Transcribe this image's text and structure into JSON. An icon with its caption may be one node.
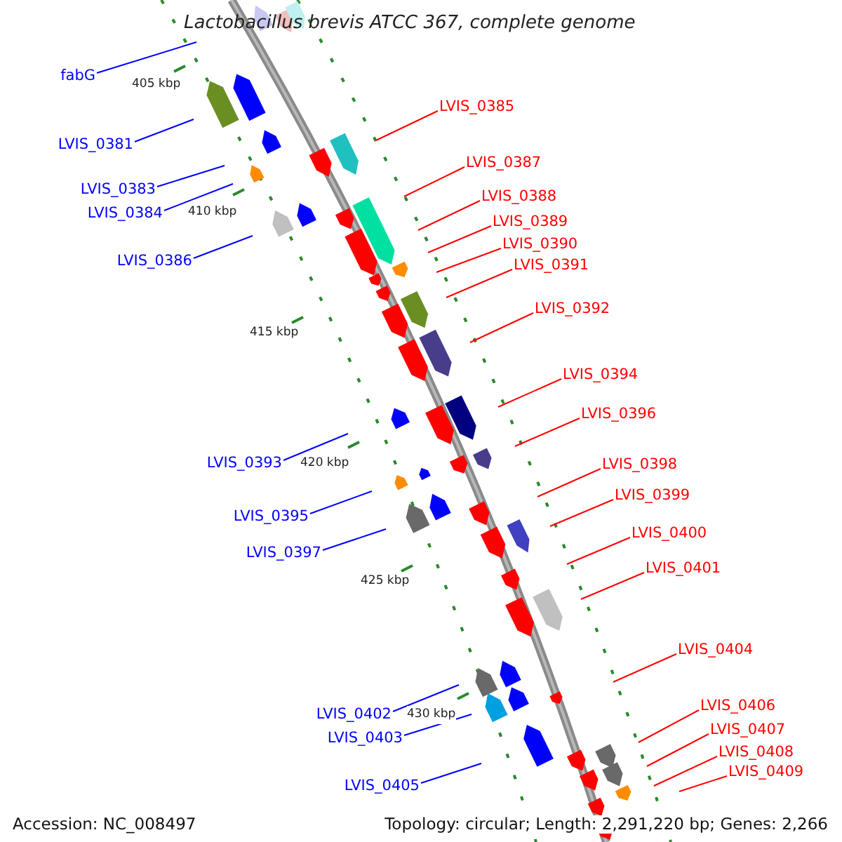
{
  "diagram": {
    "title": "Lactobacillus brevis ATCC 367, complete genome",
    "nodes": [
      {
        "text": [
          "fabG"
        ]
      },
      {
        "text": [
          "LVIS_0385"
        ]
      },
      {
        "text": [
          "LVIS_0381"
        ]
      },
      {
        "text": [
          "LVIS_0387"
        ]
      },
      {
        "text": [
          "LVIS_0383"
        ]
      },
      {
        "text": [
          "LVIS_0388"
        ]
      },
      {
        "text": [
          "LVIS_0384"
        ]
      },
      {
        "text": [
          "LVIS_0389"
        ]
      },
      {
        "text": [
          "LVIS_0390"
        ]
      },
      {
        "text": [
          "LVIS_0386"
        ]
      },
      {
        "text": [
          "LVIS_0391"
        ]
      },
      {
        "text": [
          "LVIS_0392"
        ]
      },
      {
        "text": [
          "LVIS_0394"
        ]
      },
      {
        "text": [
          "LVIS_0396"
        ]
      },
      {
        "text": [
          "LVIS_0393"
        ]
      },
      {
        "text": [
          "LVIS_0398"
        ]
      },
      {
        "text": [
          "LVIS_0399"
        ]
      },
      {
        "text": [
          "LVIS_0395"
        ]
      },
      {
        "text": [
          "LVIS_0400"
        ]
      },
      {
        "text": [
          "LVIS_0397"
        ]
      },
      {
        "text": [
          "LVIS_0401"
        ]
      },
      {
        "text": [
          "LVIS_0404"
        ]
      },
      {
        "text": [
          "LVIS_0406"
        ]
      },
      {
        "text": [
          "LVIS_0402"
        ]
      },
      {
        "text": [
          "LVIS_0407"
        ]
      },
      {
        "text": [
          "LVIS_0403"
        ]
      },
      {
        "text": [
          "LVIS_0408"
        ]
      },
      {
        "text": [
          "LVIS_0409"
        ]
      },
      {
        "text": [
          "LVIS_0405"
        ]
      }
    ],
    "edges": [
      {
        "from": 0,
        "to": null,
        "arrow": "none",
        "color": "#0000ff"
      },
      {
        "from": 1,
        "to": null,
        "arrow": "none"
      },
      {
        "from": 2,
        "to": null,
        "arrow": "none",
        "color": "#0000ff"
      },
      {
        "from": 3,
        "to": null,
        "arrow": "none"
      },
      {
        "from": 4,
        "to": null,
        "arrow": "none",
        "color": "#0000ff"
      },
      {
        "from": 5,
        "to": null,
        "arrow": "none"
      },
      {
        "from": 6,
        "to": null,
        "arrow": "none",
        "color": "#0000ff"
      },
      {
        "from": 7,
        "to": null,
        "arrow": "none"
      },
      {
        "from": 8,
        "to": null,
        "arrow": "none"
      },
      {
        "from": 9,
        "to": null,
        "arrow": "none",
        "color": "#0000ff"
      },
      {
        "from": 10,
        "to": null,
        "arrow": "none"
      },
      {
        "from": 11,
        "to": null,
        "arrow": "none"
      },
      {
        "from": 12,
        "to": null,
        "arrow": "none"
      },
      {
        "from": 13,
        "to": null,
        "arrow": "none"
      },
      {
        "from": 14,
        "to": null,
        "arrow": "none",
        "color": "#0000ff"
      },
      {
        "from": 15,
        "to": null,
        "arrow": "none"
      },
      {
        "from": 16,
        "to": null,
        "arrow": "none"
      },
      {
        "from": 17,
        "to": null,
        "arrow": "none",
        "color": "#0000ff"
      },
      {
        "from": 18,
        "to": null,
        "arrow": "none"
      },
      {
        "from": 19,
        "to": null,
        "arrow": "none",
        "color": "#0000ff"
      },
      {
        "from": 20,
        "to": null,
        "arrow": "none"
      },
      {
        "from": 21,
        "to": null,
        "arrow": "none"
      },
      {
        "from": 22,
        "to": null,
        "arrow": "none"
      },
      {
        "from": 23,
        "to": null,
        "arrow": "none",
        "color": "#0000ff"
      },
      {
        "from": 24,
        "to": null,
        "arrow": "none"
      },
      {
        "from": 25,
        "to": null,
        "arrow": "none",
        "color": "#0000ff"
      },
      {
        "from": 26,
        "to": null,
        "arrow": "none"
      },
      {
        "from": 27,
        "to": null,
        "arrow": "none"
      },
      {
        "from": 28,
        "to": null,
        "arrow": "none",
        "color": "#0000ff"
      }
    ],
    "labels": [
      "405 kbp",
      "410 kbp",
      "415 kbp",
      "420 kbp",
      "425 kbp",
      "430 kbp",
      "Accession: NC_008497",
      "Topology: circular; Length: 2,291,220 bp; Genes: 2,266"
    ]
  }
}
